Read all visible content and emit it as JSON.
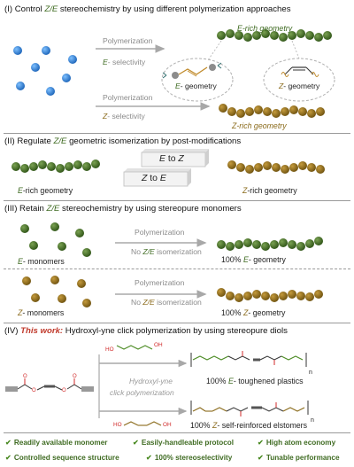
{
  "section1": {
    "title_prefix": "(I) Control ",
    "title_ze": "Z/E",
    "title_suffix": " stereochemistry by using different polymerization approaches",
    "poly_label_top": "Polymerization",
    "e_selectivity_prefix": "E",
    "e_selectivity_suffix": "- selectivity",
    "poly_label_bottom": "Polymerization",
    "z_selectivity_prefix": "Z",
    "z_selectivity_suffix": "- selectivity",
    "e_rich_prefix": "E",
    "e_rich_suffix": "-rich geometry",
    "z_rich_prefix": "Z",
    "z_rich_suffix": "-rich geometry",
    "e_geometry_prefix": "E",
    "e_geometry_suffix": "- geometry",
    "z_geometry_prefix": "Z",
    "z_geometry_suffix": "- geometry"
  },
  "section2": {
    "title_prefix": "(II) Regulate ",
    "title_ze": "Z/E",
    "title_suffix": " geometric isomerization by post-modifications",
    "e_rich_prefix": "E",
    "e_rich_suffix": "-rich geometry",
    "z_rich_prefix": "Z",
    "z_rich_suffix": "-rich geometry",
    "e_to_z_a": "E",
    "e_to_z_to": "to",
    "e_to_z_b": "Z",
    "z_to_e_a": "Z",
    "z_to_e_to": "to",
    "z_to_e_b": "E"
  },
  "section3": {
    "title_prefix": "(III) Retain ",
    "title_ze": "Z/E",
    "title_suffix": " stereochemistry by using stereopure monomers",
    "e_monomers_prefix": "E",
    "e_monomers_suffix": "- monomers",
    "z_monomers_prefix": "Z",
    "z_monomers_suffix": "- monomers",
    "poly_top": "Polymerization",
    "no_iso_top_prefix": "No ",
    "no_iso_top_ze": "Z/E",
    "no_iso_top_suffix": " isomerization",
    "poly_bottom": "Polymerization",
    "no_iso_bottom_prefix": "No ",
    "no_iso_bottom_ze": "Z/E",
    "no_iso_bottom_suffix": " isomerization",
    "e_result_prefix": "100% ",
    "e_result_letter": "E",
    "e_result_suffix": "- geometry",
    "z_result_prefix": "100% ",
    "z_result_letter": "Z",
    "z_result_suffix": "- geometry"
  },
  "section4": {
    "title_prefix": "(IV) ",
    "title_bold": "This work:",
    "title_suffix": " Hydroxyl-yne click polymerization by using stereopure diols",
    "reaction_line1": "Hydroxyl-yne",
    "reaction_line2": "click polymerization",
    "e_product_prefix": "100% ",
    "e_product_letter": "E",
    "e_product_suffix": "- toughened plastics",
    "z_product_prefix": "100% ",
    "z_product_letter": "Z",
    "z_product_suffix": "- self-reinforced elstomers",
    "subscript_n1": "n",
    "subscript_n2": "n",
    "oh_top": "OH",
    "ho_top": "HO",
    "oh_bottom": "OH",
    "ho_bottom": "HO"
  },
  "features": [
    "Readily available monomer",
    "Easily-handleable protocol",
    "High atom economy",
    "Controlled sequence structure",
    "100% stereoselectivity",
    "Tunable performance"
  ],
  "colors": {
    "blue_monomer": "#2a7fd0",
    "green_bead": "#3f6b22",
    "olive_bead": "#8a6a1a",
    "arrow_grey": "#a8a8a8",
    "oxygen_red": "#d12a2a",
    "check_green": "#4a8a22"
  }
}
